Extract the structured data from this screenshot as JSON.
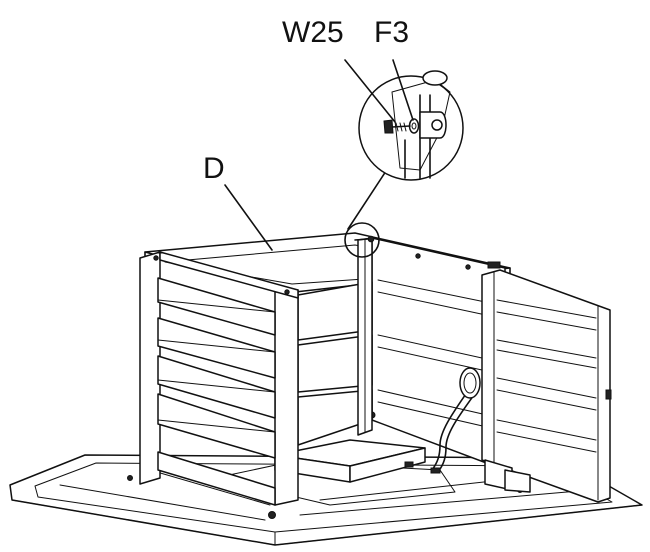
{
  "labels": {
    "screw": "W25",
    "washer": "F3",
    "panel": "D"
  },
  "colors": {
    "line": "#111111",
    "background": "#ffffff"
  }
}
